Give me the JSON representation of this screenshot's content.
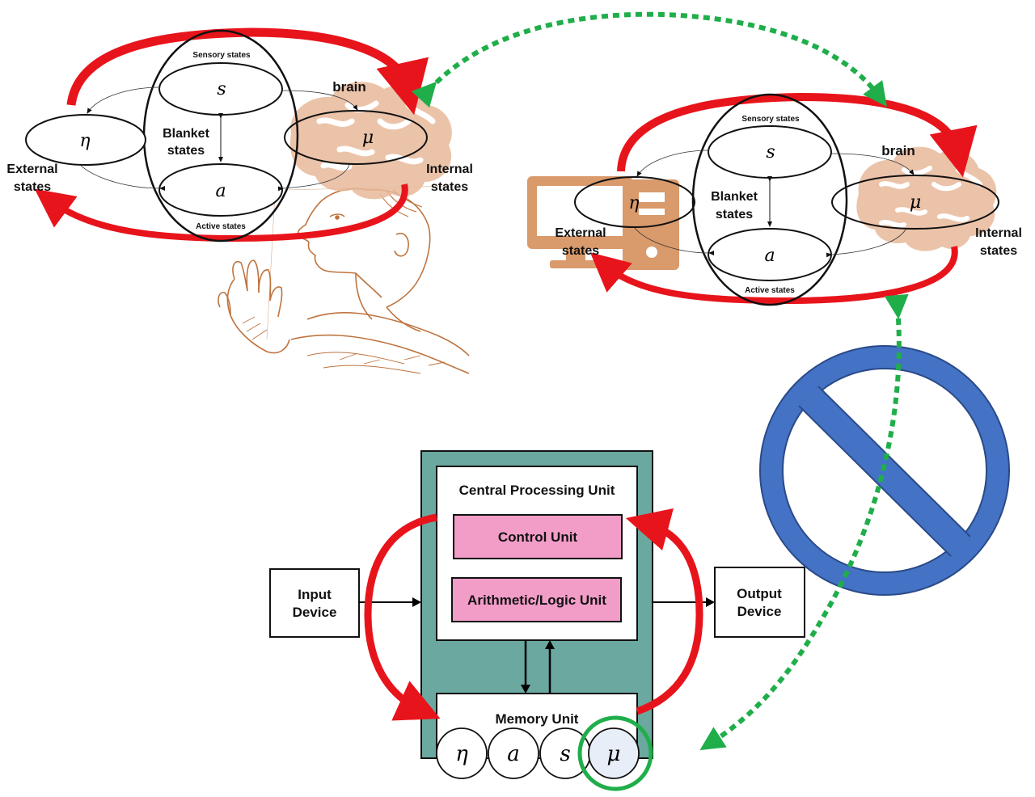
{
  "diagram1": {
    "sensory": "Sensory states",
    "active": "Active states",
    "brain": "brain",
    "blanket_line1": "Blanket",
    "blanket_line2": "states",
    "external_line1": "External",
    "external_line2": "states",
    "internal_line1": "Internal",
    "internal_line2": "states",
    "sym_s": "s",
    "sym_a": "a",
    "sym_eta": "η",
    "sym_mu": "μ"
  },
  "diagram2": {
    "sensory": "Sensory states",
    "active": "Active states",
    "brain": "brain",
    "blanket_line1": "Blanket",
    "blanket_line2": "states",
    "external_line1": "External",
    "external_line2": "states",
    "internal_line1": "Internal",
    "internal_line2": "states",
    "sym_s": "s",
    "sym_a": "a",
    "sym_eta": "η",
    "sym_mu": "μ"
  },
  "computer": {
    "cpu_title": "Central Processing Unit",
    "control_unit": "Control Unit",
    "alu": "Arithmetic/Logic Unit",
    "memory_unit": "Memory Unit",
    "input_line1": "Input",
    "input_line2": "Device",
    "output_line1": "Output",
    "output_line2": "Device",
    "mem_slots": [
      "η",
      "a",
      "s",
      "μ"
    ]
  },
  "colors": {
    "red_arrow": "#e8141b",
    "green_dotted": "#1fae4a",
    "teal_panel": "#6aa8a0",
    "pink_unit": "#f29cc8",
    "no_symbol_blue": "#4472c4",
    "brain_tan": "#e8b89a",
    "computer_tan": "#d99a6c",
    "sketch_sepia": "#b8642a"
  },
  "icons": [
    "brain-icon",
    "computer-icon",
    "person-sketch",
    "no-symbol-icon"
  ]
}
